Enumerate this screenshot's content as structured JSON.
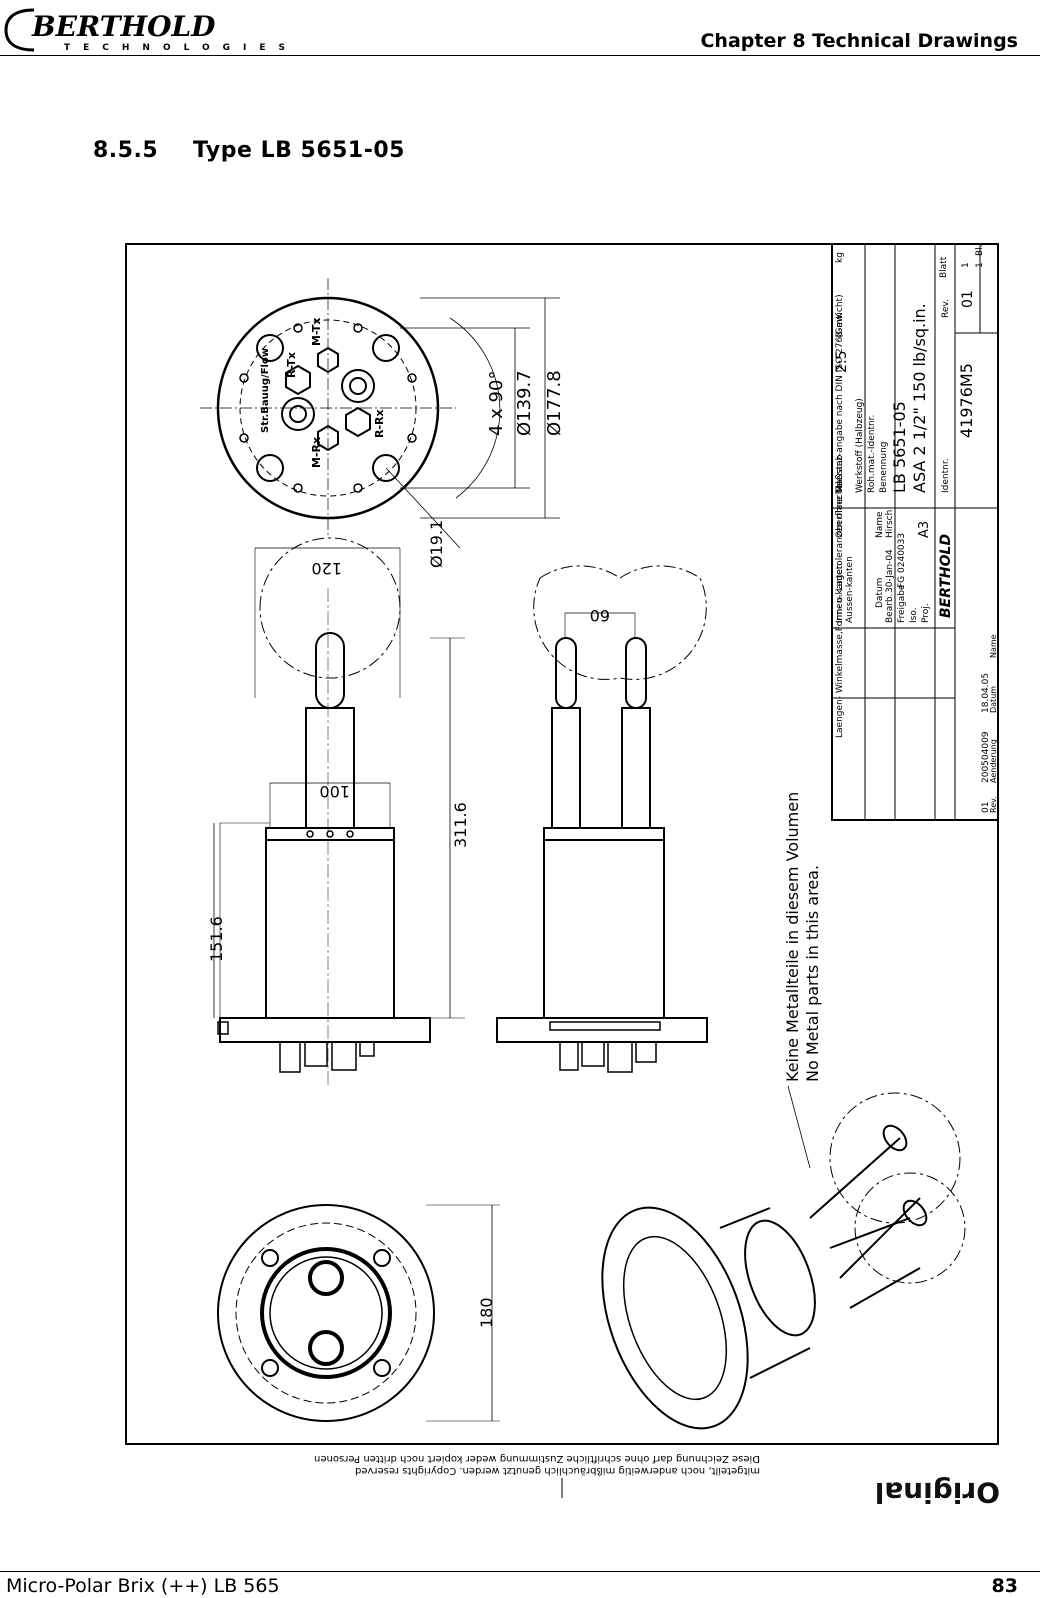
{
  "header": {
    "logo_text": "BERTHOLD",
    "logo_subtext": "TECHNOLOGIES",
    "chapter_title": "Chapter 8 Technical Drawings"
  },
  "section": {
    "number": "8.5.5",
    "title": "Type LB 5651-05"
  },
  "drawing": {
    "dimensions": {
      "bolt_pattern": "4 x 90°",
      "dia_139": "Ø139.7",
      "dia_177": "Ø177.8",
      "dia_19": "Ø19.1",
      "width_120": "120",
      "spacing_60": "60",
      "width_100": "100",
      "height_311": "311.6",
      "height_151": "151.6",
      "flange_180": "180"
    },
    "connector_labels": {
      "m_tx": "M-Tx",
      "r_tx": "R-Tx",
      "m_rx": "M-Rx",
      "r_rx": "R-Rx",
      "strbaug": "Str.Bauug/Flow"
    },
    "notes": {
      "line1": "Keine Metallteile in diesem Volumen",
      "line2": "No Metal parts in this area."
    },
    "title_block": {
      "tolerance_note": "Laengen- Winkelmasse,Form- u. Lagetoleranzen ohne Toleranz-angabe nach DIN ISO 2768-mK",
      "inner_edges": "Innen-kanten",
      "outer_edges": "Aussen-kanten",
      "surface": "Oberflaeche",
      "scale_label": "Maßstab",
      "scale_value": "2:5",
      "weight_label": "(Gewicht)",
      "weight_unit": "kg",
      "material_label": "Werkstoff (Halbzeug)",
      "raw_material_label": "Roh.mat.-Identnr.",
      "description_label": "Benennung",
      "description_line1": "LB 5651-05",
      "description_line2": "ASA 2 1/2\" 150 lb/sq.in.",
      "ident_label": "Identnr.",
      "ident_value": "41976M5",
      "rev_label": "Rev.",
      "rev_value": "01",
      "sheet_label": "Blatt",
      "sheet_value": "1",
      "sheets_value": "1",
      "sheets_label": "Bl.",
      "date_header": "Datum",
      "name_header": "Name",
      "drawn_label": "Bearb.",
      "drawn_date": "30-Jan-04",
      "drawn_name": "Hirsch",
      "release_label": "Freigabe",
      "release_value": "FG 0240033",
      "iso_label": "Iso.",
      "proj_label": "Proj.",
      "size_value": "A3",
      "company_logo": "BERTHOLD",
      "rev_row_rev": "01",
      "rev_row_change": "200504009",
      "rev_row_date": "18.04.05",
      "rev_col_rev": "Rev.",
      "rev_col_change": "Aenderung",
      "rev_col_date": "Datum",
      "rev_col_name": "Name"
    },
    "copyright": {
      "line1": "Diese Zeichnung darf ohne schriftliche Zustimmung weder kopiert noch dritten Personen",
      "line2": "mitgeteilt, noch anderweitig mißbräuchlich genutzt werden. Copyrights reserved"
    },
    "stamp": "Original"
  },
  "footer": {
    "document_name": "Micro-Polar Brix (++) LB 565",
    "page_number": "83"
  }
}
